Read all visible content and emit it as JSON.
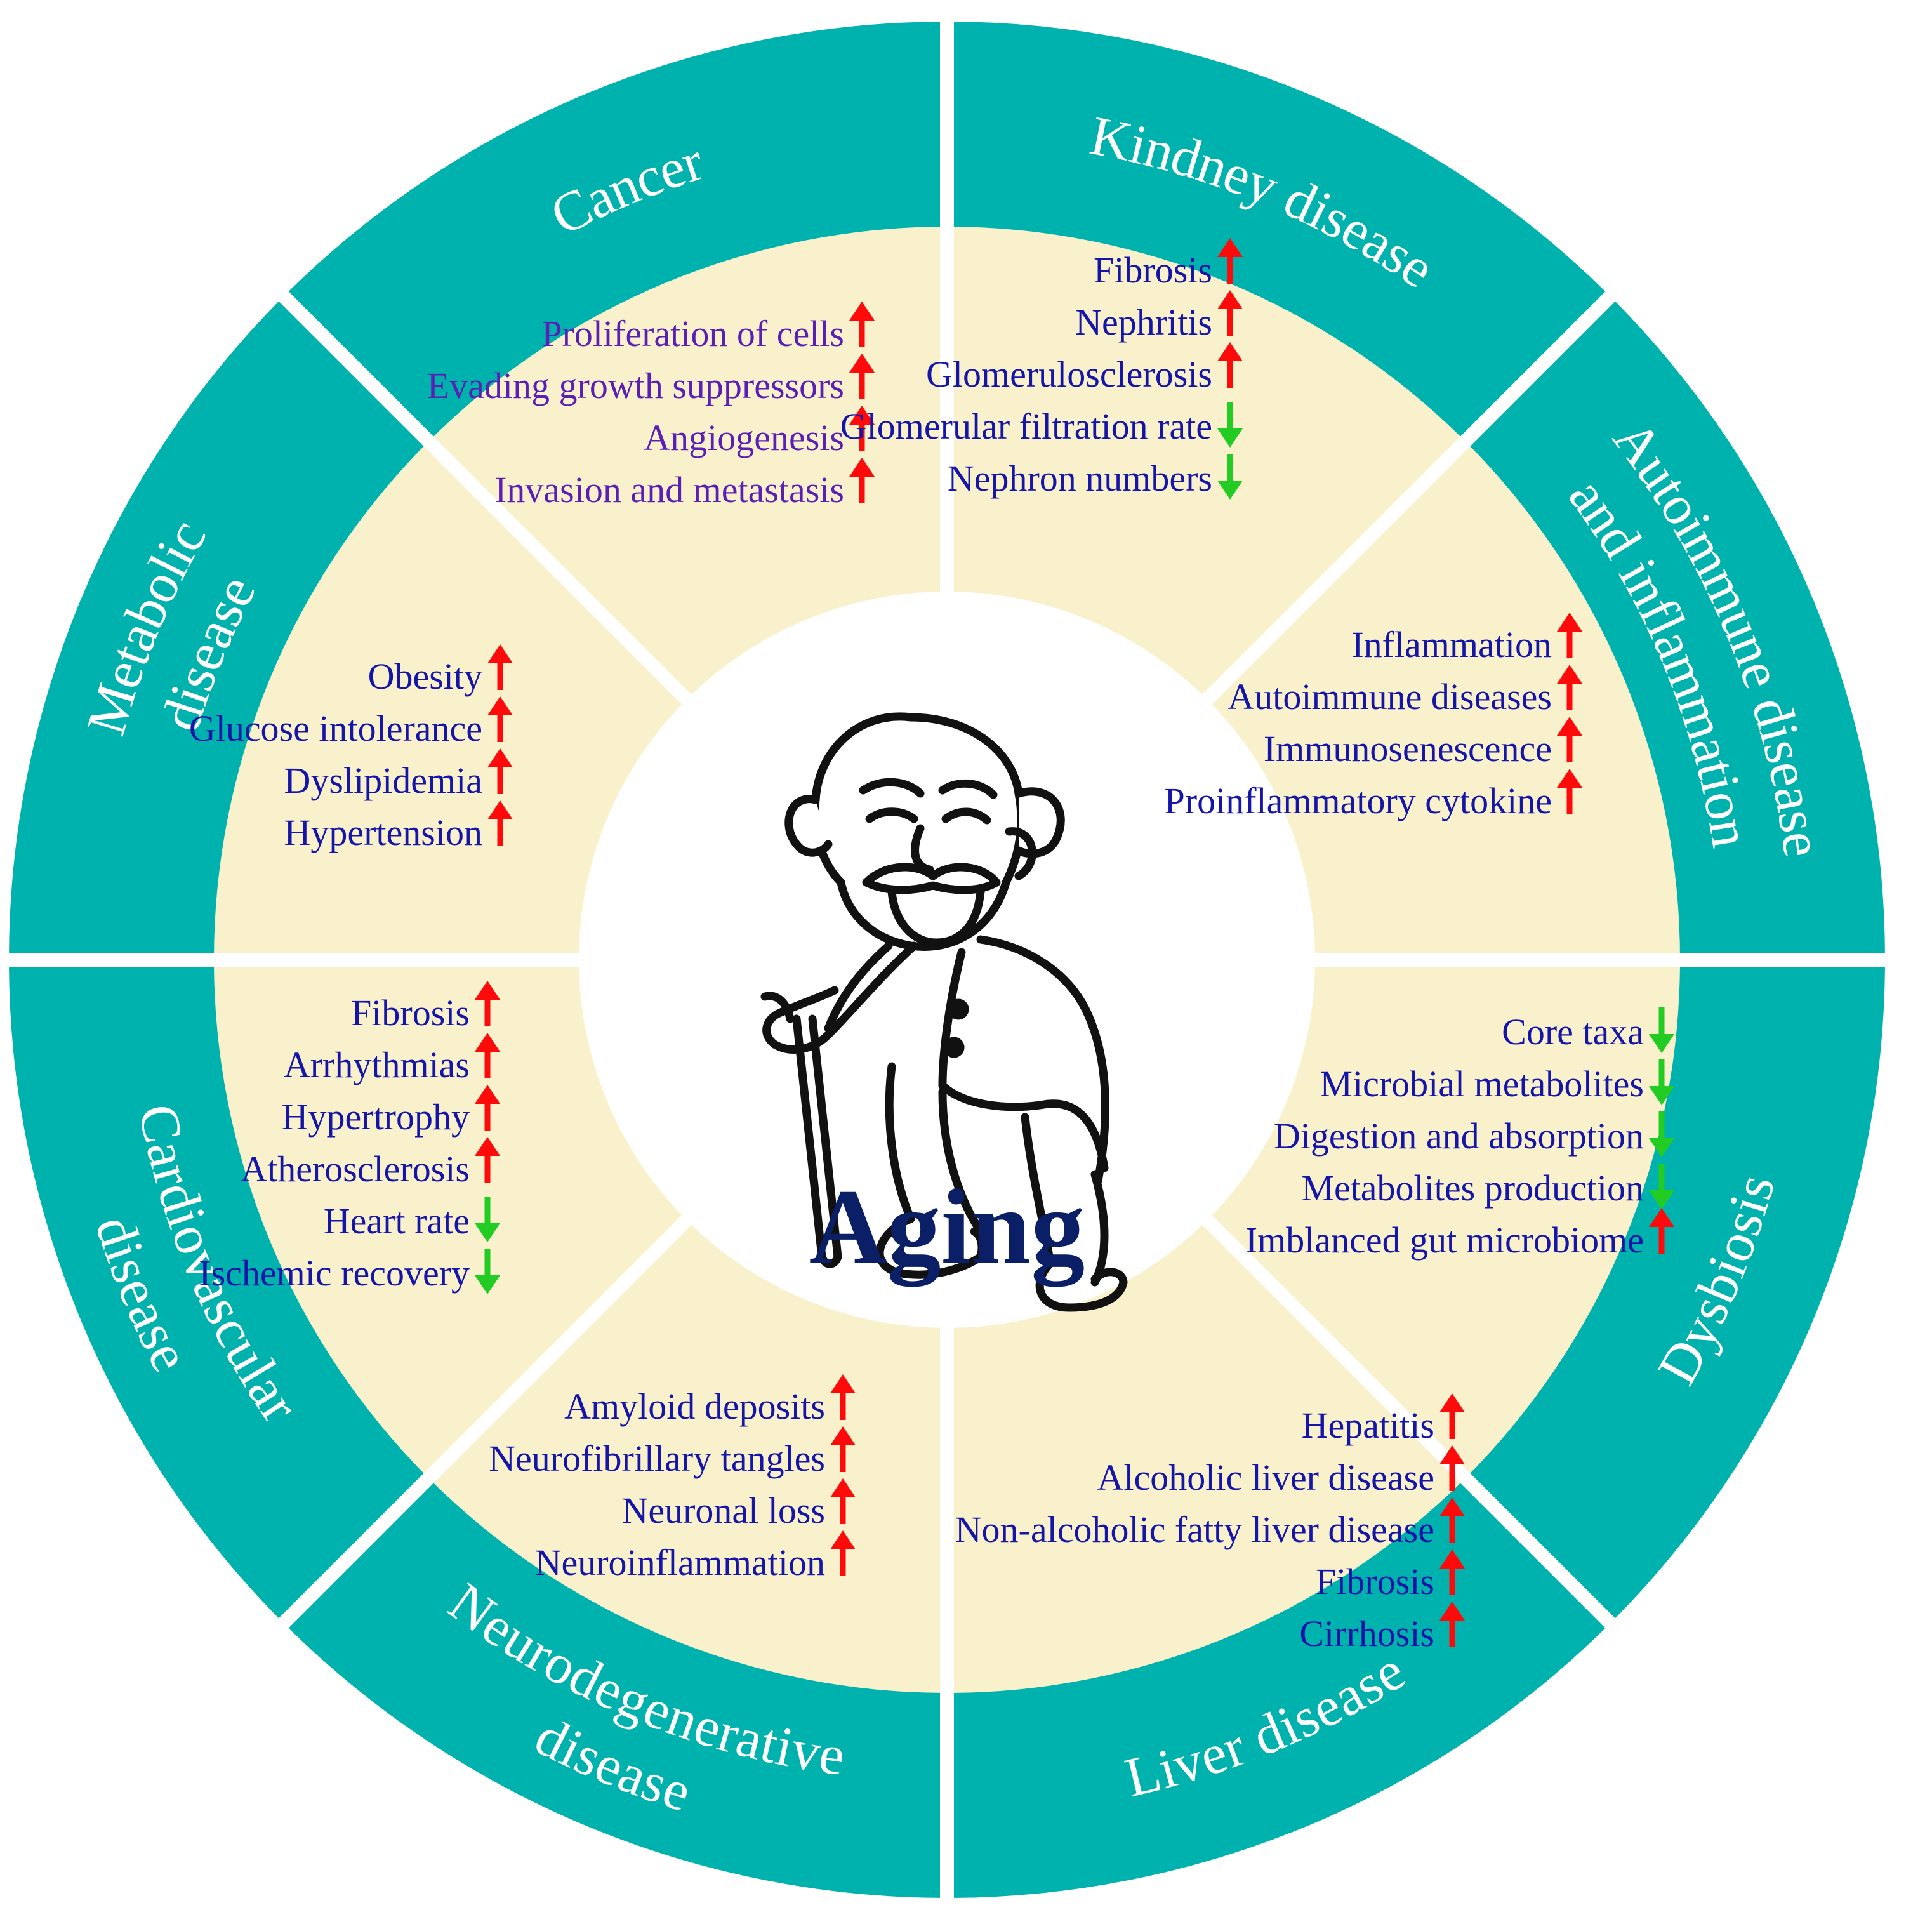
{
  "center": {
    "title": "Aging",
    "figure_icon": "elderly-man-with-cane-icon"
  },
  "colors": {
    "outer_ring": "#00b2ad",
    "inner_ring": "#f8f1cc",
    "center_bg": "#ffffff",
    "divider": "#ffffff",
    "text_blue": "#1515a8",
    "text_purple": "#5a1fb5",
    "arrow_up": "#ff0a0a",
    "arrow_down": "#22cc22"
  },
  "segments": [
    {
      "key": "cancer",
      "label": [
        "Cancer"
      ],
      "text_color": "purple",
      "items": [
        {
          "text": "Proliferation of cells",
          "trend": "up"
        },
        {
          "text": "Evading growth suppressors",
          "trend": "up"
        },
        {
          "text": "Angiogenesis",
          "trend": "up"
        },
        {
          "text": "Invasion and metastasis",
          "trend": "up"
        }
      ]
    },
    {
      "key": "kidney",
      "label": [
        "Kindney disease"
      ],
      "text_color": "blue",
      "items": [
        {
          "text": "Fibrosis",
          "trend": "up"
        },
        {
          "text": "Nephritis",
          "trend": "up"
        },
        {
          "text": "Glomerulosclerosis",
          "trend": "up"
        },
        {
          "text": "Glomerular filtration rate",
          "trend": "down"
        },
        {
          "text": "Nephron numbers",
          "trend": "down"
        }
      ]
    },
    {
      "key": "autoimmune",
      "label": [
        "Autoimmune disease",
        "and inflammation"
      ],
      "text_color": "blue",
      "items": [
        {
          "text": "Inflammation",
          "trend": "up"
        },
        {
          "text": "Autoimmune diseases",
          "trend": "up"
        },
        {
          "text": "Immunosenescence",
          "trend": "up"
        },
        {
          "text": "Proinflammatory cytokine",
          "trend": "up"
        }
      ]
    },
    {
      "key": "dysbiosis",
      "label": [
        "Dysbiosis"
      ],
      "text_color": "blue",
      "items": [
        {
          "text": "Core taxa",
          "trend": "down"
        },
        {
          "text": "Microbial metabolites",
          "trend": "down"
        },
        {
          "text": "Digestion and absorption",
          "trend": "down"
        },
        {
          "text": "Metabolites production",
          "trend": "down"
        },
        {
          "text": "Imblanced gut microbiome",
          "trend": "up"
        }
      ]
    },
    {
      "key": "liver",
      "label": [
        "Liver disease"
      ],
      "text_color": "blue",
      "items": [
        {
          "text": "Hepatitis",
          "trend": "up"
        },
        {
          "text": "Alcoholic liver disease",
          "trend": "up"
        },
        {
          "text": "Non-alcoholic fatty liver disease",
          "trend": "up"
        },
        {
          "text": "Fibrosis",
          "trend": "up"
        },
        {
          "text": "Cirrhosis",
          "trend": "up"
        }
      ]
    },
    {
      "key": "neuro",
      "label": [
        "Neurodegenerative",
        "disease"
      ],
      "text_color": "blue",
      "items": [
        {
          "text": "Amyloid deposits",
          "trend": "up"
        },
        {
          "text": "Neurofibrillary tangles",
          "trend": "up"
        },
        {
          "text": "Neuronal loss",
          "trend": "up"
        },
        {
          "text": "Neuroinflammation",
          "trend": "up"
        }
      ]
    },
    {
      "key": "cardio",
      "label": [
        "Cardiovascular",
        "disease"
      ],
      "text_color": "blue",
      "items": [
        {
          "text": "Fibrosis",
          "trend": "up"
        },
        {
          "text": "Arrhythmias",
          "trend": "up"
        },
        {
          "text": "Hypertrophy",
          "trend": "up"
        },
        {
          "text": "Atherosclerosis",
          "trend": "up"
        },
        {
          "text": "Heart rate",
          "trend": "down"
        },
        {
          "text": "Ischemic recovery",
          "trend": "down"
        }
      ]
    },
    {
      "key": "metabolic",
      "label": [
        "Metabolic",
        "disease"
      ],
      "text_color": "blue",
      "items": [
        {
          "text": "Obesity",
          "trend": "up"
        },
        {
          "text": "Glucose intolerance",
          "trend": "up"
        },
        {
          "text": "Dyslipidemia",
          "trend": "up"
        },
        {
          "text": "Hypertension",
          "trend": "up"
        }
      ]
    }
  ]
}
